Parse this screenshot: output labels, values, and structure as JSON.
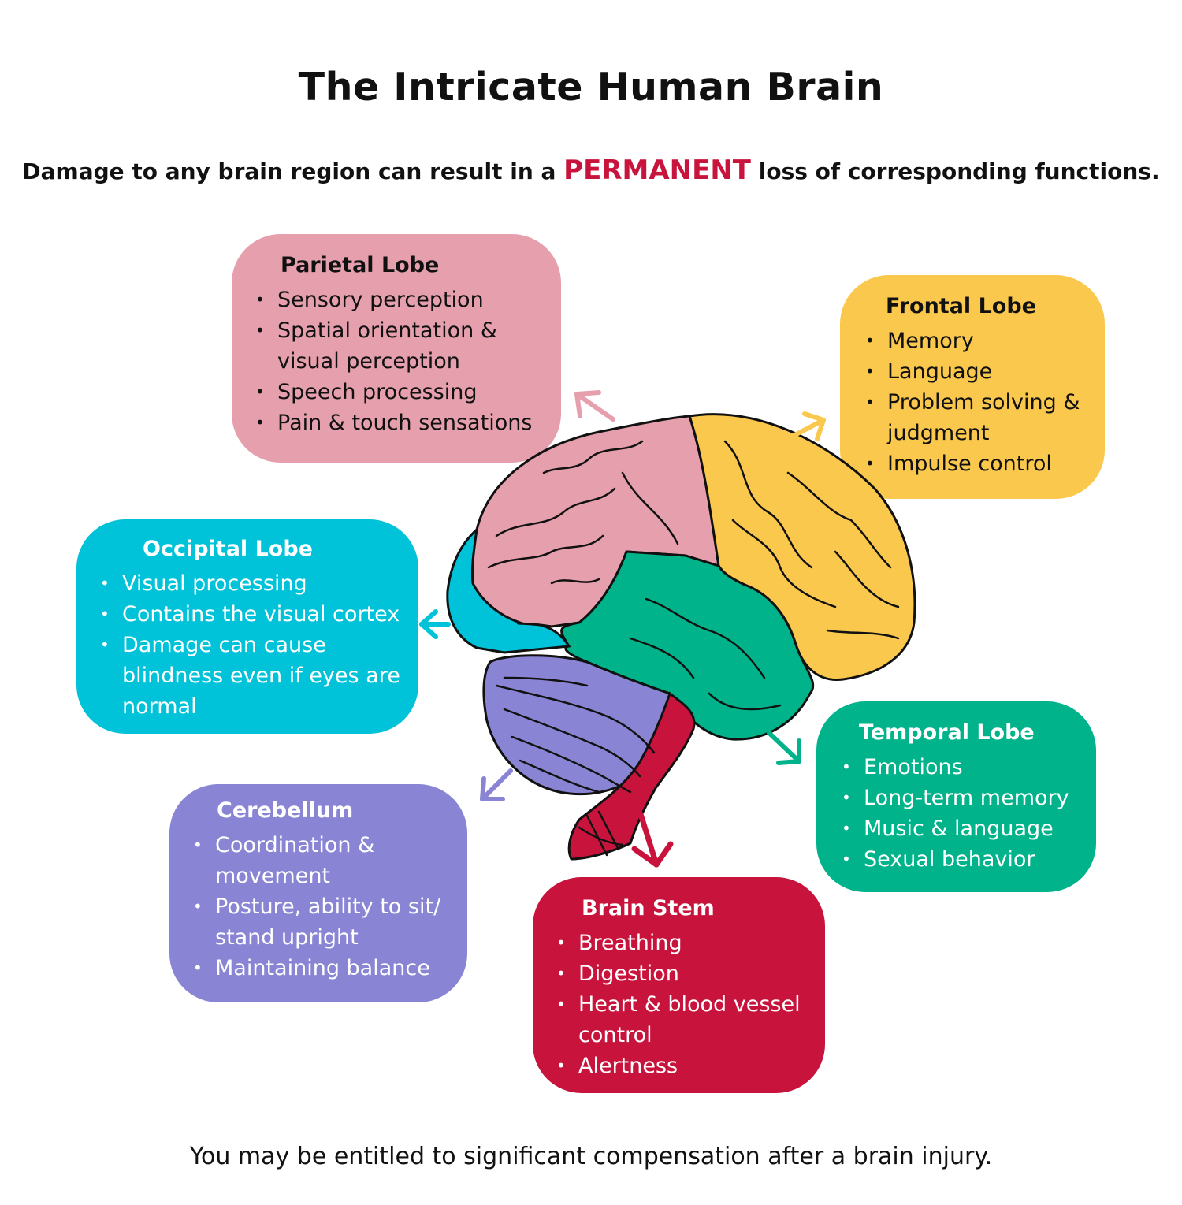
{
  "title": "The Intricate Human Brain",
  "subtitle": {
    "before": "Damage to any brain region can result in a ",
    "emphasis": "PERMANENT",
    "after": " loss of corresponding functions.",
    "emphasis_color": "#c8143c"
  },
  "regions": {
    "parietal": {
      "name": "Parietal Lobe",
      "color": "#e6a0ad",
      "items": [
        "Sensory perception",
        "Spatial orientation & visual perception",
        "Speech processing",
        "Pain & touch sensations"
      ]
    },
    "frontal": {
      "name": "Frontal Lobe",
      "color": "#fbc84e",
      "items": [
        "Memory",
        "Language",
        "Problem solving & judgment",
        "Impulse control"
      ]
    },
    "occipital": {
      "name": "Occipital Lobe",
      "color": "#00c2d9",
      "items": [
        "Visual processing",
        "Contains the visual cortex",
        "Damage can cause blindness even if eyes are normal"
      ]
    },
    "temporal": {
      "name": "Temporal Lobe",
      "color": "#00b38a",
      "items": [
        "Emotions",
        "Long-term memory",
        "Music & language",
        "Sexual behavior"
      ]
    },
    "cerebellum": {
      "name": "Cerebellum",
      "color": "#8985d4",
      "items": [
        "Coordination & movement",
        "Posture, ability to sit/ stand upright",
        "Maintaining balance"
      ]
    },
    "brainstem": {
      "name": "Brain Stem",
      "color": "#c8143c",
      "items": [
        "Breathing",
        "Digestion",
        "Heart & blood vessel control",
        "Alertness"
      ]
    }
  },
  "footer": "You may be entitled to significant compensation after a brain injury."
}
